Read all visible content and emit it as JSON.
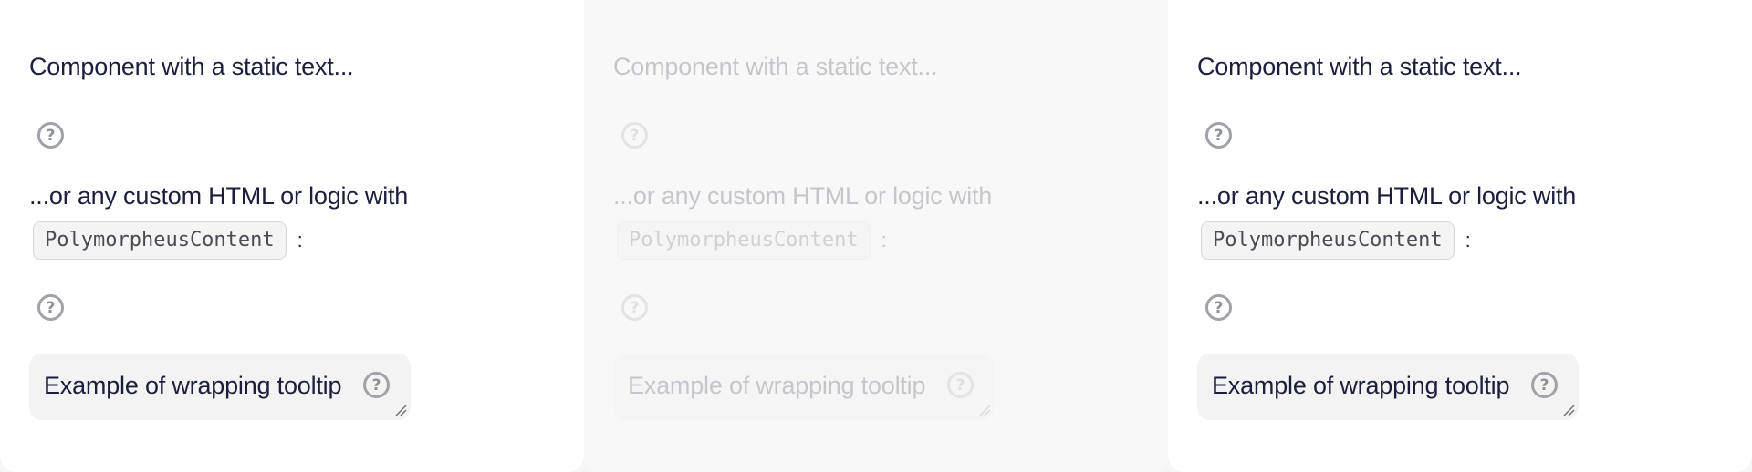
{
  "examples": [
    {
      "static_text": "Component with a static text...",
      "custom_text": "...or any custom HTML or logic with",
      "code_chip": "PolymorpheusContent",
      "colon": ":",
      "wrap_text": "Example of wrapping tooltip",
      "hint_icon": "help-circle-icon",
      "state": "active"
    },
    {
      "static_text": "Component with a static text...",
      "custom_text": "...or any custom HTML or logic with",
      "code_chip": "PolymorpheusContent",
      "colon": ":",
      "wrap_text": "Example of wrapping tooltip",
      "hint_icon": "help-circle-icon",
      "state": "disabled"
    },
    {
      "static_text": "Component with a static text...",
      "custom_text": "...or any custom HTML or logic with",
      "code_chip": "PolymorpheusContent",
      "colon": ":",
      "wrap_text": "Example of wrapping tooltip",
      "hint_icon": "help-circle-icon",
      "state": "active"
    }
  ],
  "colors": {
    "text": "#1b1f3b",
    "icon": "#a0a2a9",
    "chip_bg": "#f4f4f5",
    "wrap_bg": "#f3f3f4"
  }
}
